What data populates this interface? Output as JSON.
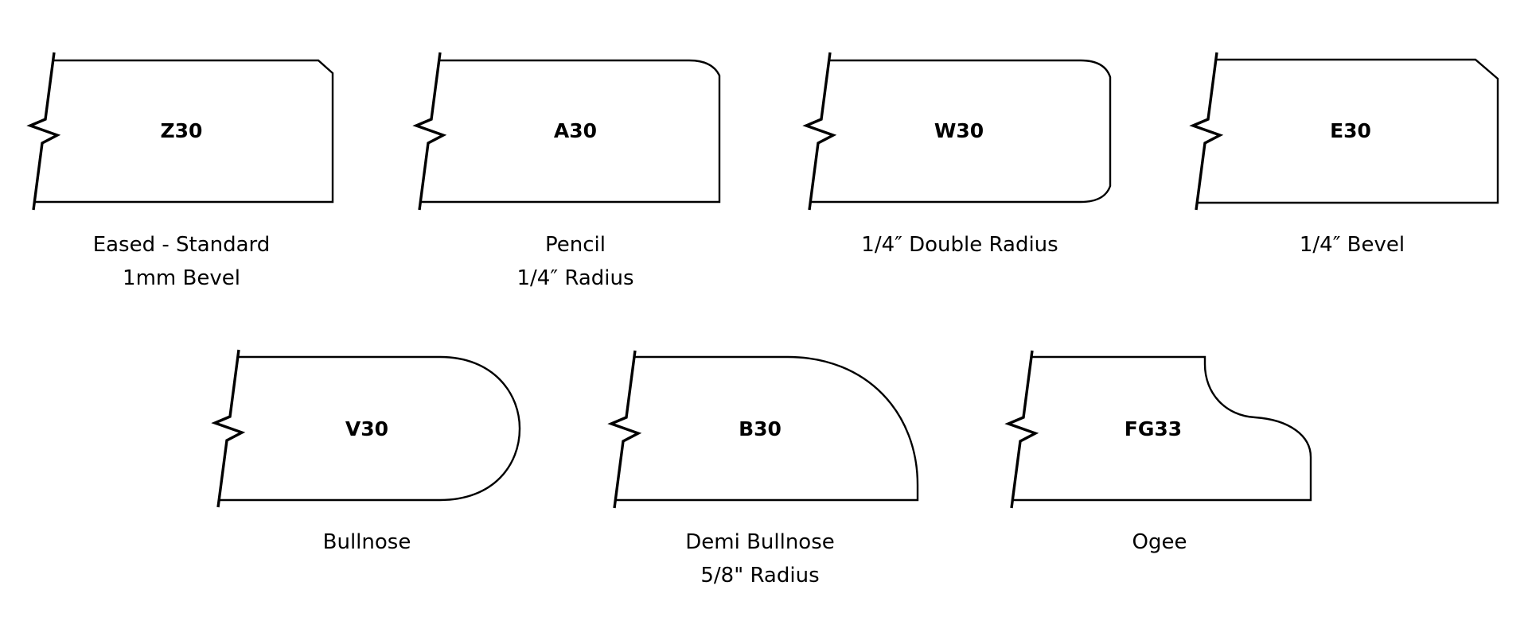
{
  "title": "Countertop Edge Profiles",
  "colors": {
    "stroke": "#000000",
    "background": "#ffffff"
  },
  "profiles": [
    {
      "id": "z30",
      "code": "Z30",
      "name": "Eased - Standard",
      "detail": "1mm Bevel",
      "edge": "small-bevel"
    },
    {
      "id": "a30",
      "code": "A30",
      "name": "Pencil",
      "detail": "1/4″ Radius",
      "edge": "top-radius"
    },
    {
      "id": "w30",
      "code": "W30",
      "name": "1/4″ Double Radius",
      "detail": "",
      "edge": "double-radius"
    },
    {
      "id": "e30",
      "code": "E30",
      "name": "1/4″ Bevel",
      "detail": "",
      "edge": "bevel"
    },
    {
      "id": "v30",
      "code": "V30",
      "name": "Bullnose",
      "detail": "",
      "edge": "full-bullnose"
    },
    {
      "id": "b30",
      "code": "B30",
      "name": "Demi Bullnose",
      "detail": "5/8\" Radius",
      "edge": "demi-bullnose"
    },
    {
      "id": "fg33",
      "code": "FG33",
      "name": "Ogee",
      "detail": "",
      "edge": "ogee"
    }
  ]
}
